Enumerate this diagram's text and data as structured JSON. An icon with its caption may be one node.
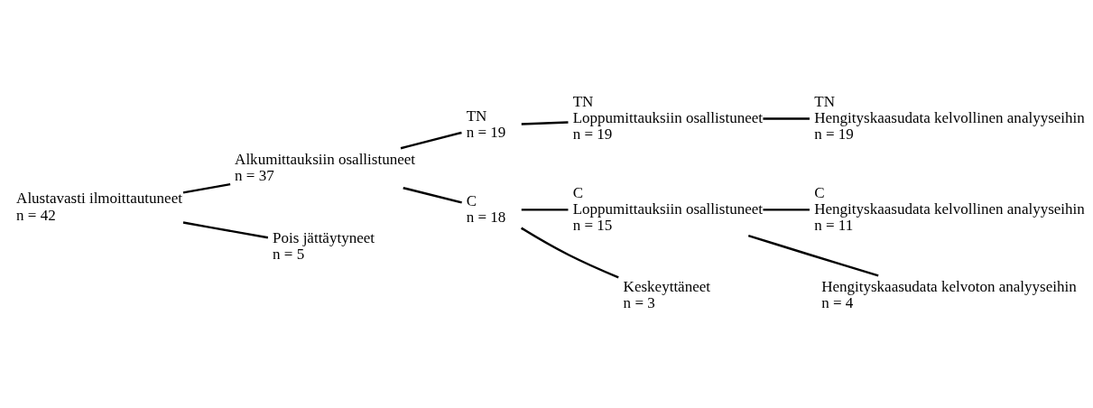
{
  "diagram": {
    "nodes": [
      {
        "text": [
          "Alustavasti ilmoittautuneet",
          "n = 42"
        ]
      },
      {
        "text": [
          "Alkumittauksiin osallistuneet",
          "n = 37"
        ]
      },
      {
        "text": [
          "TN",
          "n = 19"
        ]
      },
      {
        "text": [
          "C",
          "n = 18"
        ]
      },
      {
        "text": [
          "Pois jättäytyneet",
          "n = 5"
        ]
      },
      {
        "text": [
          "TN",
          "Loppumittauksiin osallistuneet",
          "n = 19"
        ]
      },
      {
        "text": [
          "C",
          "Loppumittauksiin osallistuneet",
          "n = 15"
        ]
      },
      {
        "text": [
          "Keskeyttäneet",
          "n = 3"
        ]
      },
      {
        "text": [
          "TN",
          "Hengityskaasudata kelvollinen analyyseihin",
          "n = 19"
        ]
      },
      {
        "text": [
          "C",
          "Hengityskaasudata kelvollinen analyyseihin",
          "n = 11"
        ]
      },
      {
        "text": [
          "Hengityskaasudata kelvoton analyyseihin",
          "n = 4"
        ]
      }
    ],
    "edges": [
      {
        "from": 0,
        "to": 1,
        "arrow": "none"
      },
      {
        "from": 0,
        "to": 4,
        "arrow": "none"
      },
      {
        "from": 1,
        "to": 2,
        "arrow": "none"
      },
      {
        "from": 1,
        "to": 3,
        "arrow": "none"
      },
      {
        "from": 2,
        "to": 5,
        "arrow": "none"
      },
      {
        "from": 3,
        "to": 6,
        "arrow": "none"
      },
      {
        "from": 3,
        "to": 7,
        "arrow": "none"
      },
      {
        "from": 5,
        "to": 8,
        "arrow": "none"
      },
      {
        "from": 6,
        "to": 9,
        "arrow": "none"
      },
      {
        "from": 6,
        "to": 10,
        "arrow": "none"
      }
    ]
  }
}
